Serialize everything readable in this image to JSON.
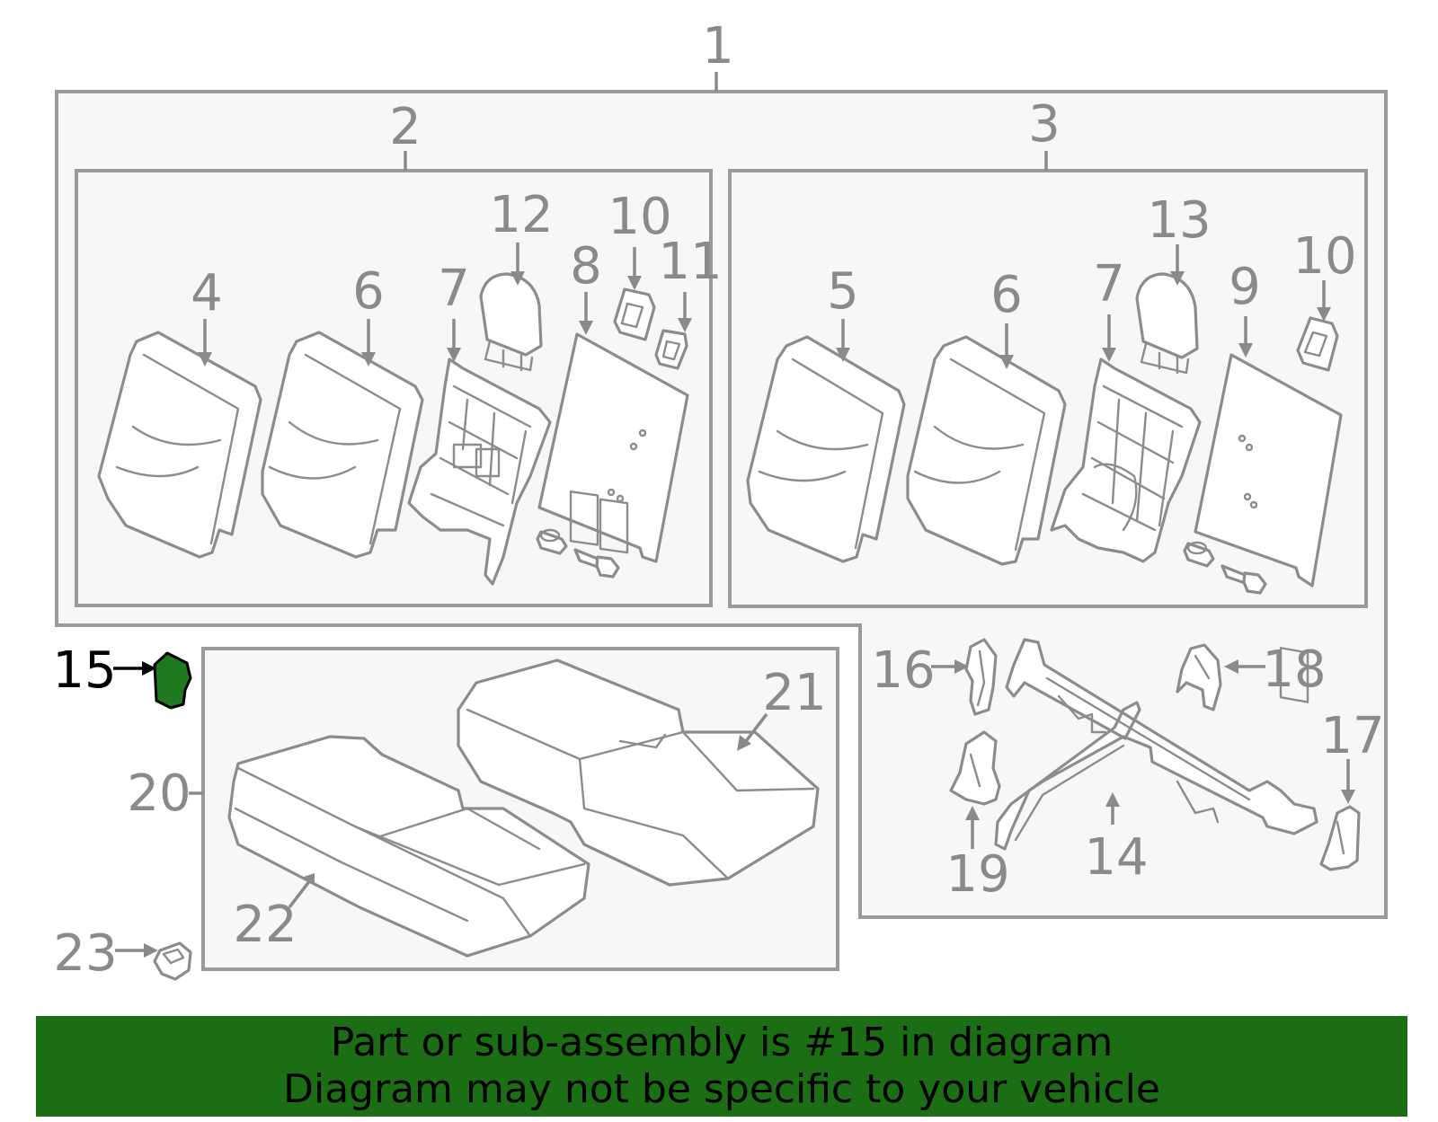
{
  "callouts": {
    "n1": "1",
    "n2": "2",
    "n3": "3",
    "n4": "4",
    "n5": "5",
    "n6a": "6",
    "n6b": "6",
    "n7a": "7",
    "n7b": "7",
    "n8": "8",
    "n9": "9",
    "n10a": "10",
    "n10b": "10",
    "n11": "11",
    "n12": "12",
    "n13": "13",
    "n14": "14",
    "n15": "15",
    "n16": "16",
    "n17": "17",
    "n18": "18",
    "n19": "19",
    "n20": "20",
    "n21": "21",
    "n22": "22",
    "n23": "23"
  },
  "highlight_color": "#1f7a1f",
  "banner": {
    "line1": "Part or sub-assembly is #15 in diagram",
    "line2": "Diagram may not be specific to your vehicle",
    "background": "#1b6e14"
  }
}
